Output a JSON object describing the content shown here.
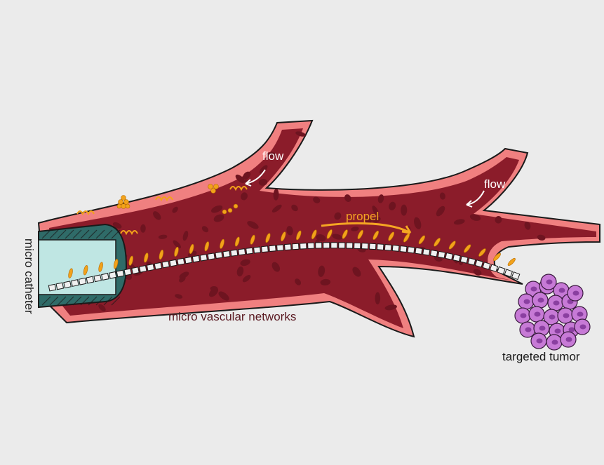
{
  "labels": {
    "flow_upper": "flow",
    "flow_right": "flow",
    "propel": "propel",
    "micro_catheter": "micro catheter",
    "vascular": "micro vascular networks",
    "tumor": "targeted tumor"
  },
  "colors": {
    "background": "#ebebeb",
    "vessel_wall": "#f08080",
    "vessel_outline": "#1a1a1a",
    "blood": "#8b1c2a",
    "blood_cells": "#6e1420",
    "catheter_body": "#2f6b68",
    "catheter_lumen": "#bfe6e3",
    "robot_segment": "#f0f0f0",
    "cilia": "#f2a21a",
    "propel_arrow": "#f5a623",
    "tumor_cell": "#c77ad6",
    "tumor_nucleus": "#8a3fa0",
    "label_dark": "#5a1a22",
    "label_black": "#1a1a1a",
    "label_white": "#ffffff"
  },
  "icons": [
    "flow-arrow-icon",
    "propel-arrow-icon",
    "tumor-cluster-icon",
    "helical-microrobot-icon",
    "particle-cluster-icon"
  ]
}
